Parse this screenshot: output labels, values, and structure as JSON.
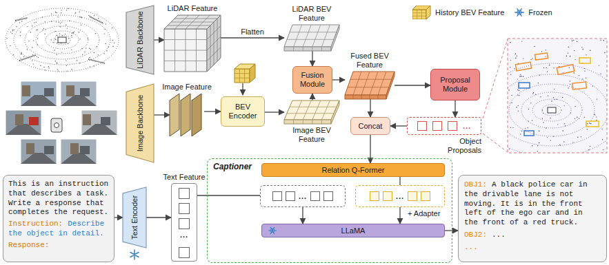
{
  "diagram": {
    "nodes": [
      {
        "text": [
          "LiDAR Backbone"
        ]
      },
      {
        "text": [
          "LiDAR Feature"
        ]
      },
      {
        "text": [
          "LiDAR BEV Feature"
        ]
      },
      {
        "text": [
          "Fusion Module"
        ]
      },
      {
        "text": [
          "Fused BEV Feature"
        ]
      },
      {
        "text": [
          "Proposal Module"
        ]
      },
      {
        "text": [
          "Image Backbone"
        ]
      },
      {
        "text": [
          "Image Feature"
        ]
      },
      {
        "text": [
          "BEV Encoder"
        ]
      },
      {
        "text": [
          "Image BEV Feature"
        ]
      },
      {
        "text": [
          "Concat"
        ]
      },
      {
        "text": [
          "...",
          "Object Proposals"
        ]
      },
      {
        "text": [
          "This is an instruction that describes a task. Write a response that completes the request.",
          "Instruction:",
          "Describe the object in detail.",
          "Response:"
        ]
      },
      {
        "text": [
          "Text Encoder"
        ]
      },
      {
        "text": [
          "Text Feature",
          "..."
        ]
      },
      {
        "text": [
          "Captioner"
        ]
      },
      {
        "text": [
          "Relation Q-Former"
        ],
        "in": 15
      },
      {
        "text": [
          "LLaMA"
        ],
        "in": 15
      },
      {
        "text": [
          "OBJ1:",
          "A black police car in the drivable lane is not moving. It is in the front left of the ego car and in the front of a red truck.",
          "OBJ2:",
          "...",
          "..."
        ]
      }
    ],
    "edges": [
      {
        "from": 0,
        "to": 1,
        "arrow": "to"
      },
      {
        "from": 1,
        "to": 2,
        "label": "Flatten",
        "arrow": "to"
      },
      {
        "from": 2,
        "to": 3,
        "arrow": "to"
      },
      {
        "from": 9,
        "to": 3,
        "arrow": "to"
      },
      {
        "from": 3,
        "to": 4,
        "arrow": "to"
      },
      {
        "from": 4,
        "to": 5,
        "arrow": "to"
      },
      {
        "from": 4,
        "to": 10,
        "arrow": "to"
      },
      {
        "from": 5,
        "to": 11,
        "arrow": "to"
      },
      {
        "from": 11,
        "to": 10,
        "arrow": "to"
      },
      {
        "from": 10,
        "to": 16,
        "arrow": "to"
      },
      {
        "from": 6,
        "to": 7,
        "arrow": "to"
      },
      {
        "from": 7,
        "to": 8,
        "arrow": "to"
      },
      {
        "from": 8,
        "to": 9,
        "arrow": "to"
      },
      {
        "from": 12,
        "to": 13,
        "arrow": "to"
      },
      {
        "from": 13,
        "to": 14,
        "arrow": "to"
      },
      {
        "from": 14,
        "to": 17,
        "arrow": "to"
      },
      {
        "from": 16,
        "to": 17,
        "arrow": "to"
      },
      {
        "from": 17,
        "to": 18,
        "arrow": "to"
      }
    ],
    "labels": [
      "...",
      "...",
      "+ Adapter"
    ],
    "legend": [
      {
        "text": "History BEV Feature",
        "color": "#f3d36b"
      },
      {
        "text": "Frozen"
      }
    ]
  }
}
